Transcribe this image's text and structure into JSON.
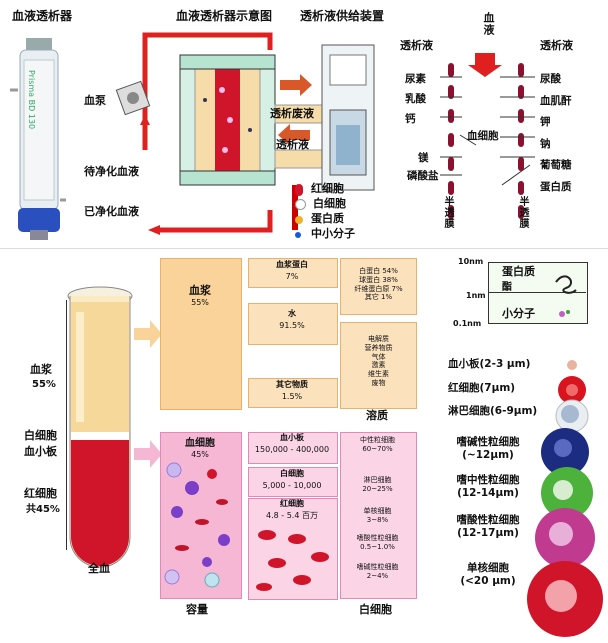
{
  "colors": {
    "plasma": "#f9d39a",
    "wbc": "#f6b7d5",
    "blood": "#d0142a",
    "accent_red": "#e01f1f"
  },
  "top": {
    "dialyzer_title": "血液透析器",
    "schematic_title": "血液透析器示意图",
    "supply_title": "透析液供给装置",
    "device_brand": "Prisma BD 130",
    "pump": "血泵",
    "to_clean": "待净化血液",
    "cleaned": "已净化血液",
    "waste": "透析废液",
    "dialysate": "透析液",
    "legend": [
      "红细胞",
      "白细胞",
      "蛋白质",
      "中小分子"
    ]
  },
  "membrane": {
    "blood_label": "血液",
    "left_title": "透析液",
    "right_title": "透析液",
    "left_items": [
      "尿素",
      "乳酸",
      "钙",
      "镁",
      "磷酸盐"
    ],
    "mid_item": "血细胞",
    "right_items": [
      "尿酸",
      "血肌酐",
      "钾",
      "钠",
      "葡萄糖",
      "蛋白质"
    ],
    "membrane_text": "半透膜"
  },
  "tube": {
    "plasma": "血浆",
    "plasma_pct": "55%",
    "wbc": "白细胞",
    "plt": "血小板",
    "rbc": "红细胞",
    "rbc_pct": "共45%",
    "whole": "全血"
  },
  "plasma_tree": {
    "plasma": "血浆",
    "plasma_pct": "55%",
    "protein": "血浆蛋白",
    "protein_pct": "7%",
    "water": "水",
    "water_pct": "91.5%",
    "other": "其它物质",
    "other_pct": "1.5%",
    "protein_detail": [
      "白蛋白 54%",
      "球蛋白 38%",
      "纤维蛋白原 7%",
      "其它 1%"
    ],
    "other_detail": [
      "电解质",
      "营养物质",
      "气体",
      "激素",
      "维生素",
      "废物"
    ],
    "solute": "溶质"
  },
  "cell_tree": {
    "cells": "血细胞",
    "cells_pct": "45%",
    "plt": "血小板",
    "plt_val": "150,000 - 400,000",
    "wbc": "白细胞",
    "wbc_val": "5,000 - 10,000",
    "rbc": "红细胞",
    "rbc_val": "4.8 - 5.4 百万",
    "wbc_types": [
      {
        "name": "中性粒细胞",
        "pct": "60~70%"
      },
      {
        "name": "淋巴细胞",
        "pct": "20~25%"
      },
      {
        "name": "单核细胞",
        "pct": "3~8%"
      },
      {
        "name": "嗜酸性粒细胞",
        "pct": "0.5~1.0%"
      },
      {
        "name": "嗜碱性粒细胞",
        "pct": "2~4%"
      }
    ],
    "volume": "容量",
    "wbc_bottom": "白细胞"
  },
  "scale": {
    "t10": "10nm",
    "t1": "1nm",
    "t01": "0.1nm",
    "protein": "蛋白质",
    "peptide": "酯",
    "small": "小分子"
  },
  "sizes": [
    {
      "name": "血小板",
      "size": "(2-3 μm)"
    },
    {
      "name": "红细胞",
      "size": "(7μm)"
    },
    {
      "name": "淋巴细胞",
      "size": "(6-9μm)"
    },
    {
      "name": "嗜碱性粒细胞",
      "size": "(~12μm)"
    },
    {
      "name": "嗜中性粒细胞",
      "size": "(12-14μm)"
    },
    {
      "name": "嗜酸性粒细胞",
      "size": "(12-17μm)"
    },
    {
      "name": "单核细胞",
      "size": "(<20 μm)"
    }
  ]
}
